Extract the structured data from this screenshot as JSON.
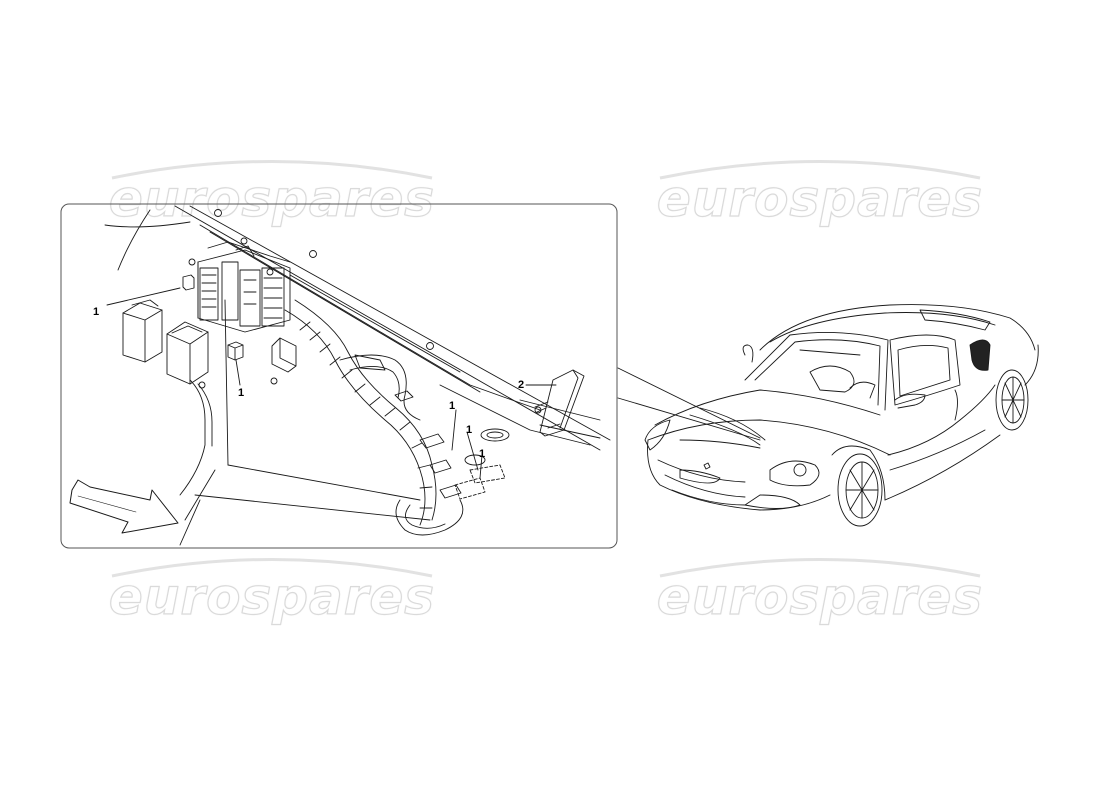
{
  "watermarks": [
    {
      "text": "eurospares"
    },
    {
      "text": "eurospares"
    },
    {
      "text": "eurospares"
    },
    {
      "text": "eurospares"
    }
  ],
  "callouts": [
    {
      "label": "1"
    },
    {
      "label": "1"
    },
    {
      "label": "1"
    },
    {
      "label": "1"
    },
    {
      "label": "1"
    },
    {
      "label": "2"
    }
  ],
  "colors": {
    "line": "#1a1a1a",
    "frame": "#555555",
    "watermark": "#dadada"
  }
}
